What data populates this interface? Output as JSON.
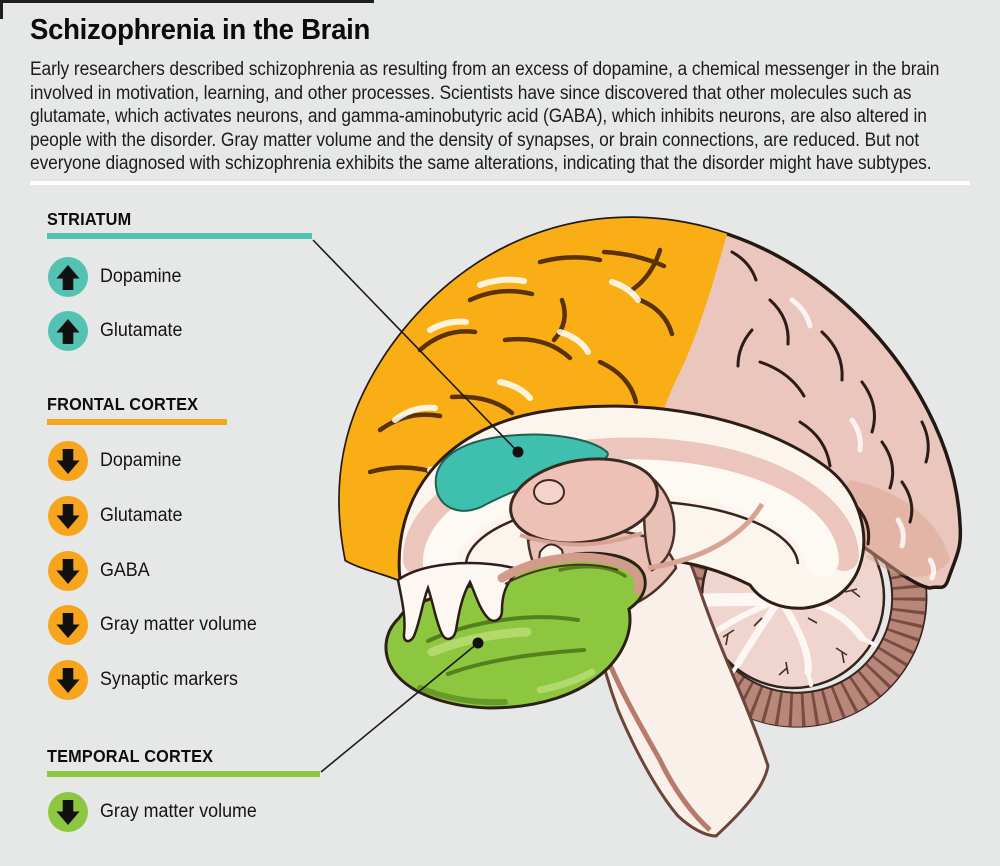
{
  "header": {
    "title": "Schizophrenia in the Brain"
  },
  "intro_lines": [
    "Early researchers described schizophrenia as resulting from an excess of dopamine, a chemical messenger in the brain",
    "involved in motivation, learning, and other processes. Scientists have since discovered that other molecules such as",
    "glutamate, which activates neurons, and gamma-aminobutyric acid (GABA), which inhibits neurons, are also altered in",
    "people with the disorder. Gray matter volume and the density of synapses, or brain connections, are reduced. But not",
    "everyone diagnosed with schizophrenia exhibits the same alterations, indicating that the disorder might have subtypes."
  ],
  "sections": [
    {
      "label": "STRIATUM",
      "color": "#54c2b2",
      "items": [
        {
          "direction": "up",
          "label": "Dopamine"
        },
        {
          "direction": "up",
          "label": "Glutamate"
        }
      ]
    },
    {
      "label": "FRONTAL CORTEX",
      "color": "#f6a51c",
      "items": [
        {
          "direction": "down",
          "label": "Dopamine"
        },
        {
          "direction": "down",
          "label": "Glutamate"
        },
        {
          "direction": "down",
          "label": "GABA"
        },
        {
          "direction": "down",
          "label": "Gray matter volume"
        },
        {
          "direction": "down",
          "label": "Synaptic markers"
        }
      ]
    },
    {
      "label": "TEMPORAL CORTEX",
      "color": "#8dc63f",
      "items": [
        {
          "direction": "down",
          "label": "Gray matter volume"
        }
      ]
    }
  ],
  "brain": {
    "regions": [
      {
        "name": "frontal cortex",
        "color": "#f9ae15"
      },
      {
        "name": "striatum",
        "color": "#3fbfae"
      },
      {
        "name": "temporal cortex",
        "color": "#8dc63f"
      },
      {
        "name": "parietal occipital cortex",
        "color": "#eac6bc"
      },
      {
        "name": "cerebellum",
        "color": "#f0d5ce"
      }
    ],
    "arrow_color": "#111111"
  }
}
